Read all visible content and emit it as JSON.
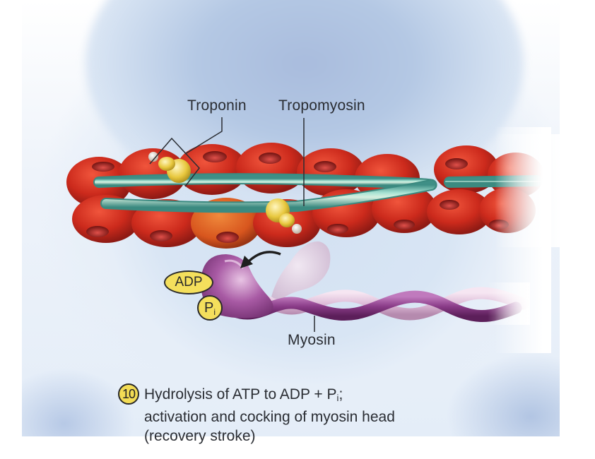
{
  "diagram": {
    "labels": {
      "troponin": "Troponin",
      "tropomyosin": "Tropomyosin",
      "myosin": "Myosin"
    },
    "molecules": {
      "adp": "ADP",
      "pi_main": "P",
      "pi_sub": "i"
    },
    "step": {
      "number": "10",
      "line1_prefix": "Hydrolysis of ATP to ADP + P",
      "line1_sub": "i",
      "line1_suffix": ";",
      "line2": "activation and cocking of myosin head",
      "line3": "(recovery stroke)"
    },
    "colors": {
      "actin": "#c8281c",
      "tropomyosin": "#6fc2b0",
      "troponin": "#e9cf4a",
      "myosin": "#9b4f95",
      "badge": "#f3dc55",
      "background": "#d8e5f4"
    }
  }
}
